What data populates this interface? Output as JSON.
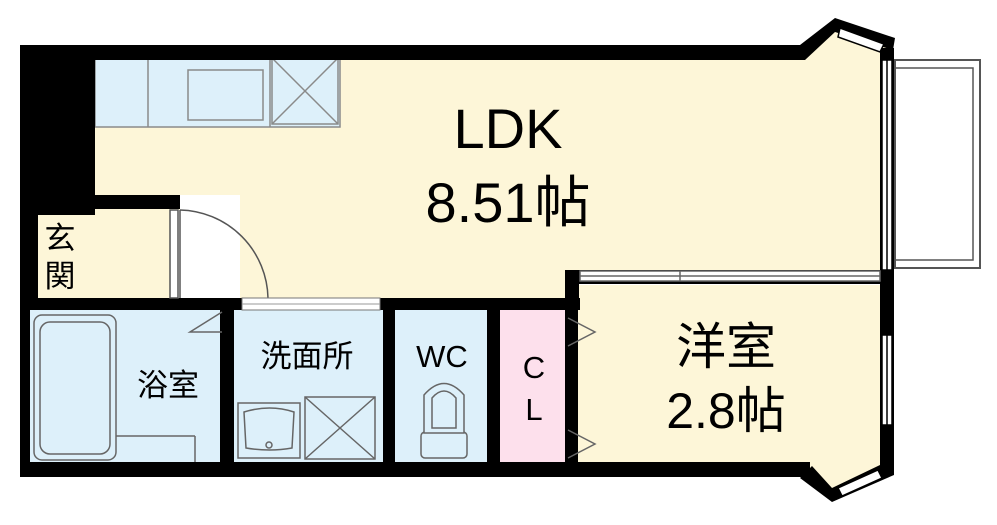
{
  "rooms": {
    "ldk": {
      "name": "LDK",
      "size": "8.51帖"
    },
    "western": {
      "name": "洋室",
      "size": "2.8帖"
    },
    "bath": {
      "name": "浴室"
    },
    "washroom": {
      "name": "洗面所"
    },
    "toilet": {
      "name": "WC"
    },
    "closet": {
      "line1": "C",
      "line2": "L"
    },
    "entrance": {
      "line1": "玄",
      "line2": "関"
    }
  },
  "colors": {
    "wall": "#000000",
    "floor_ldk": "#fdf6d8",
    "floor_wet": "#ddf0fa",
    "floor_closet": "#fde0ec",
    "floor_entrance_tile": "#fbdde8",
    "outline": "#9a9a9a"
  }
}
